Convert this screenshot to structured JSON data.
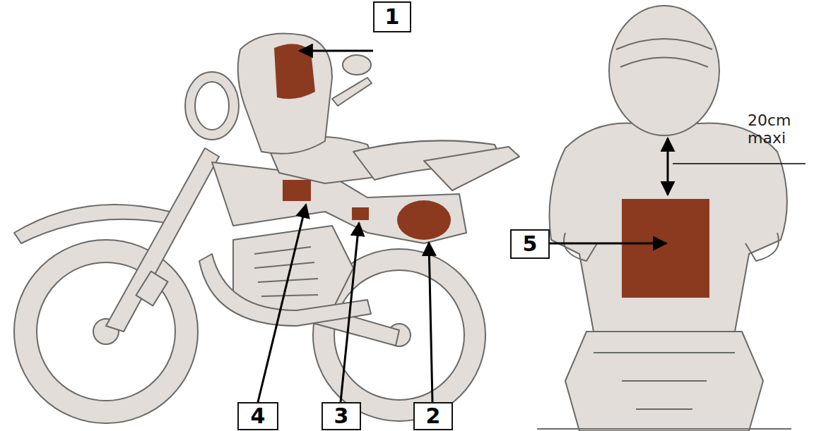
{
  "diagram": {
    "nodes": [
      {
        "text": [
          "1"
        ]
      },
      {
        "text": [
          "4"
        ]
      },
      {
        "text": [
          "3"
        ]
      },
      {
        "text": [
          "2"
        ]
      },
      {
        "text": [
          "5"
        ]
      }
    ],
    "labels": [
      "20cm maxi"
    ]
  }
}
